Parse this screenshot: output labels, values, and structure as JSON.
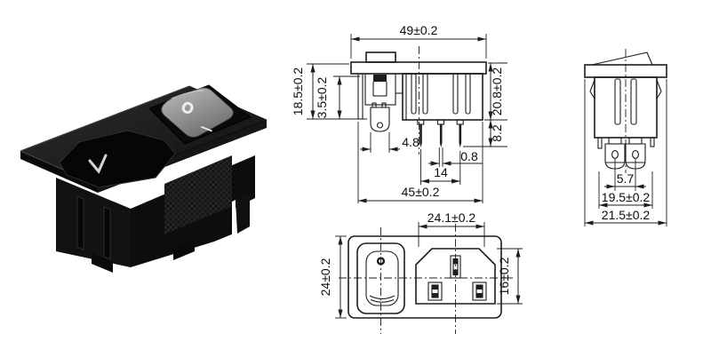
{
  "photo": {
    "rocker_off_mark": "O",
    "rocker_on_mark": "I"
  },
  "side_view": {
    "flange_width": "49±0.2",
    "depth_below_panel": "18.5±0.2",
    "panel_thickness": "3.5±0.2",
    "overall_height": "20.8±0.2",
    "pin_length": "8.2",
    "tab_width": "4.8",
    "pin_pitch": "14",
    "pin_thickness": "0.8",
    "body_width": "45±0.2"
  },
  "end_view": {
    "terminal_pitch": "5.7",
    "body_depth": "19.5±0.2",
    "flange_depth": "21.5±0.2"
  },
  "front_view": {
    "inlet_width": "24.1±0.2",
    "overall_height": "24±0.2",
    "inlet_height": "16±0.2"
  },
  "colors": {
    "line": "#1d1d1d",
    "text": "#0d0d0d",
    "background": "#ffffff",
    "rocker_gray": "#9a9a9a"
  }
}
